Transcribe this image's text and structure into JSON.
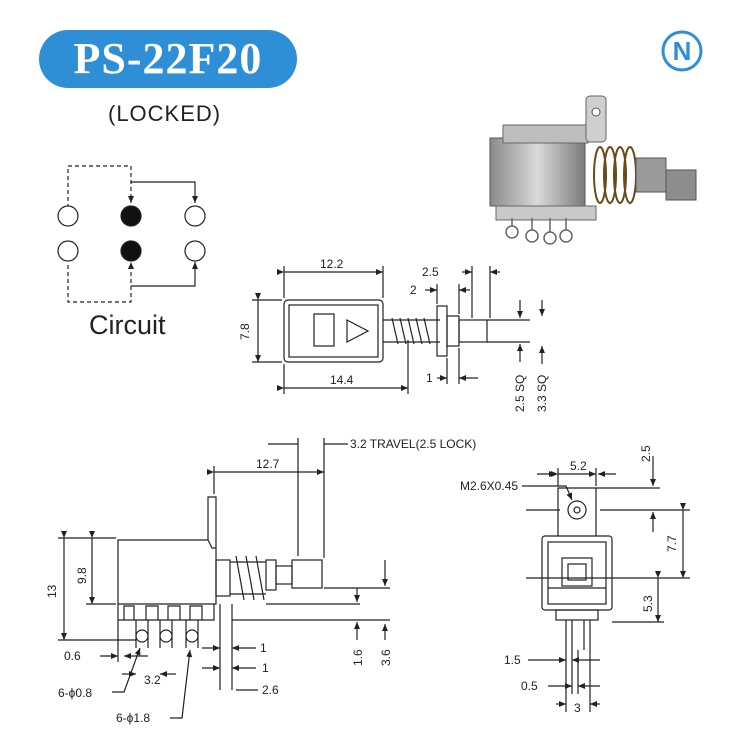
{
  "header": {
    "model": "PS-22F20",
    "subtitle": "(LOCKED)",
    "logo_letter": "N",
    "brand_color": "#2f8fd6"
  },
  "circuit": {
    "label": "Circuit"
  },
  "top_view": {
    "dim_length": "12.2",
    "dim_total": "14.4",
    "dim_height": "7.8",
    "dim_2_5": "2.5",
    "dim_2": "2",
    "dim_1": "1",
    "dim_sq_small": "2.5 SQ",
    "dim_sq_large": "3.3 SQ"
  },
  "side_view": {
    "travel_note": "3.2 TRAVEL(2.5 LOCK)",
    "dim_12_7": "12.7",
    "dim_13": "13",
    "dim_9_8": "9.8",
    "dim_0_6": "0.6",
    "dim_3_2": "3.2",
    "dim_1a": "1",
    "dim_1b": "1",
    "dim_2_6": "2.6",
    "dim_1_6": "1.6",
    "dim_3_6": "3.6",
    "hole_small": "6-ϕ0.8",
    "hole_large": "6-ϕ1.8"
  },
  "end_view": {
    "screw": "M2.6X0.45",
    "dim_5_2": "5.2",
    "dim_2_5": "2.5",
    "dim_7_7": "7.7",
    "dim_5_3": "5.3",
    "dim_1_5": "1.5",
    "dim_0_5": "0.5",
    "dim_3": "3"
  }
}
